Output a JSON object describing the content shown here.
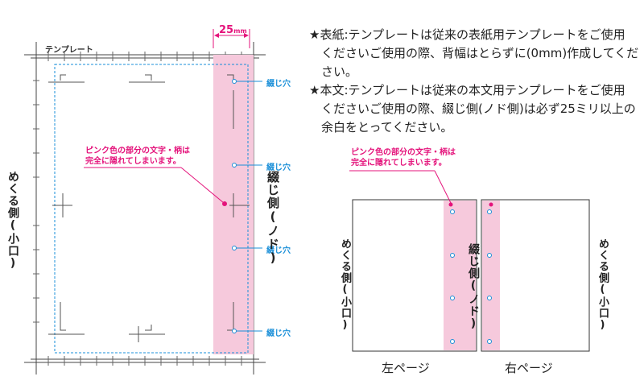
{
  "template": {
    "label": "テンプレート",
    "width_label": "25",
    "width_unit": "mm",
    "pink_note": [
      "ピンク色の部分の文字・柄は",
      "完全に隠れてしまいます。"
    ],
    "binding_hole_labels": [
      "綴じ穴",
      "綴じ穴",
      "綴じ穴",
      "綴じ穴"
    ],
    "binding_side_label": "綴じ側(ノド)",
    "open_side_label": "めくる側(小口)"
  },
  "notes": [
    {
      "lines": [
        "★表紙:テンプレートは従来の表紙用テンプレートをご使用",
        "くださいご使用の際、背幅はとらずに(0mm)作成してくだ",
        "さい。"
      ]
    },
    {
      "lines": [
        "★本文:テンプレートは従来の本文用テンプレートをご使用",
        "くださいご使用の際、綴じ側(ノド側)は必ず25ミリ以上の",
        "余白をとってください。"
      ]
    }
  ],
  "spread": {
    "pink_note": [
      "ピンク色の部分の文字・柄は",
      "完全に隠れてしまいます。"
    ],
    "left_open_label": "めくる側(小口)",
    "center_binding_label": "綴じ側(ノド)",
    "right_open_label": "めくる側(小口)",
    "left_caption": "左ページ",
    "right_caption": "右ページ"
  },
  "colors": {
    "pink_band": "#f6c9dc",
    "pink_text": "#e4137b",
    "blue": "#1a8fd8"
  }
}
